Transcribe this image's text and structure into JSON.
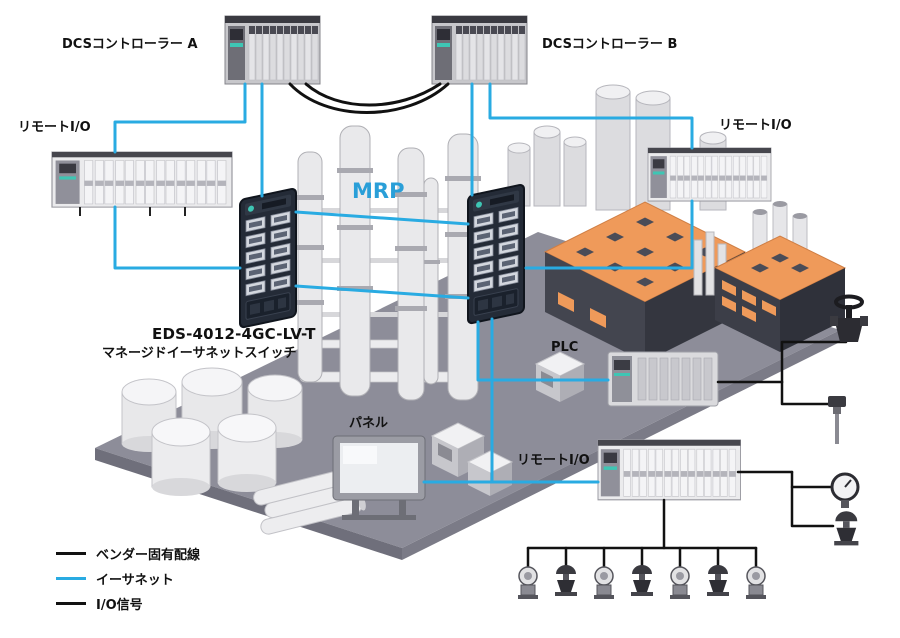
{
  "diagram": {
    "labels": {
      "dcs_a": "DCSコントローラー A",
      "dcs_b": "DCSコントローラー B",
      "remote_io_left": "リモートI/O",
      "remote_io_right": "リモートI/O",
      "remote_io_bottom": "リモートI/O",
      "mrp": "MRP",
      "switch_model": "EDS-4012-4GC-LV-T",
      "switch_desc": "マネージドイーサネットスイッチ",
      "plc": "PLC",
      "panel": "パネル"
    },
    "legend": [
      {
        "label": "ベンダー固有配線",
        "color": "#111111"
      },
      {
        "label": "イーサネット",
        "color": "#29abe2"
      },
      {
        "label": "I/O信号",
        "color": "#111111"
      }
    ],
    "colors": {
      "ethernet": "#29abe2",
      "vendor_wiring": "#111111",
      "io_signal": "#111111",
      "mrp_text": "#2a9fd8",
      "roof_orange": "#ef9a5a",
      "platform_gray": "#8d8d99",
      "switch_body": "#242b37",
      "led_teal": "#3ec6b4"
    },
    "device_icons": [
      "dcs-controller-a",
      "dcs-controller-b",
      "remote-io-left",
      "remote-io-right",
      "remote-io-bottom",
      "ethernet-switch-1",
      "ethernet-switch-2",
      "plc",
      "hmi-panel",
      "manual-valve",
      "temperature-sensor",
      "pressure-gauge",
      "control-valve",
      "field-transmitters",
      "factory-buildings",
      "storage-tanks",
      "distillation-columns",
      "silo-tanks",
      "pipe-stack"
    ]
  }
}
